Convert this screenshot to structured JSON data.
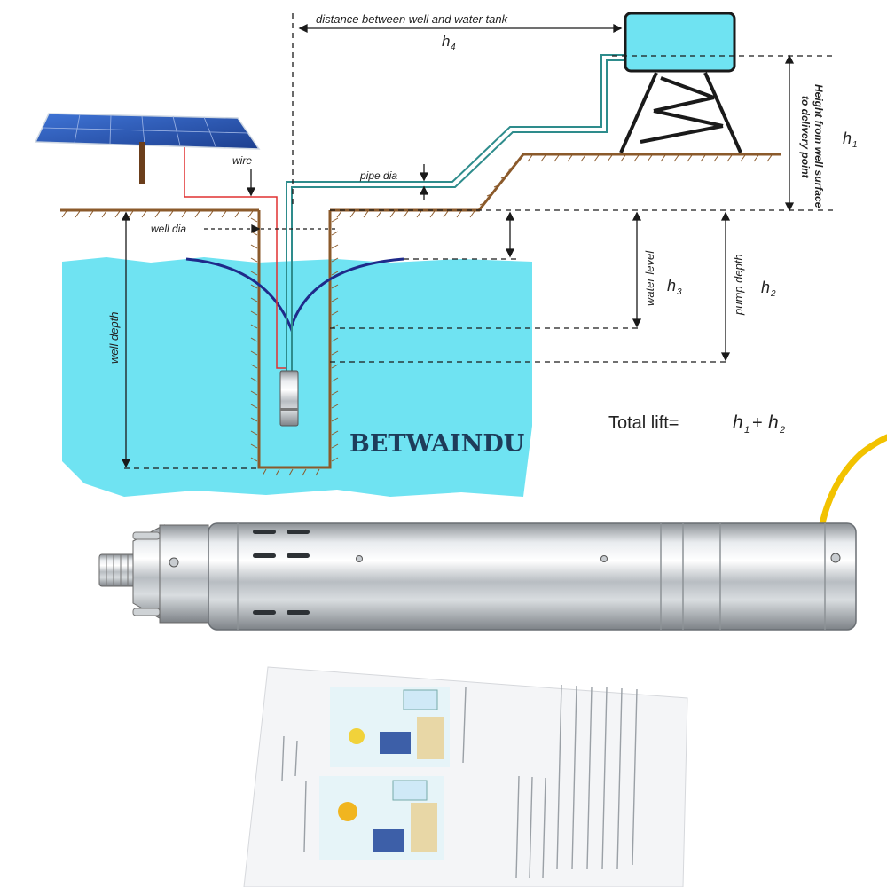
{
  "diagram": {
    "labels": {
      "distance": "distance between well and water tank",
      "h4": "h",
      "h4_sub": "4",
      "wire": "wire",
      "pipe_dia": "pipe dia",
      "well_dia": "well dia",
      "well_depth": "well depth",
      "water_level": "water level",
      "pump_depth": "pump depth",
      "height_delivery": "Height from well surface",
      "height_delivery_2": "to delivery point",
      "h1": "h",
      "h1_sub": "1",
      "h2": "h",
      "h2_sub": "2",
      "h3": "h",
      "h3_sub": "3",
      "total_lift_prefix": "Total lift=",
      "total_lift_a": "h",
      "total_lift_a_sub": "1",
      "total_lift_plus": "+",
      "total_lift_b": "h",
      "total_lift_b_sub": "2"
    },
    "watermark": "BETWAINDU"
  },
  "colors": {
    "water": "#6FE3F2",
    "ground": "#8B5A2B",
    "pipe": "#2E8C8C",
    "wire": "#E03030",
    "drawdown": "#1F2A8A",
    "tank": "#6FE3F2",
    "panel": "#2E5DB8",
    "watermark": "#1E3C5A",
    "cable": "#F2C200"
  }
}
